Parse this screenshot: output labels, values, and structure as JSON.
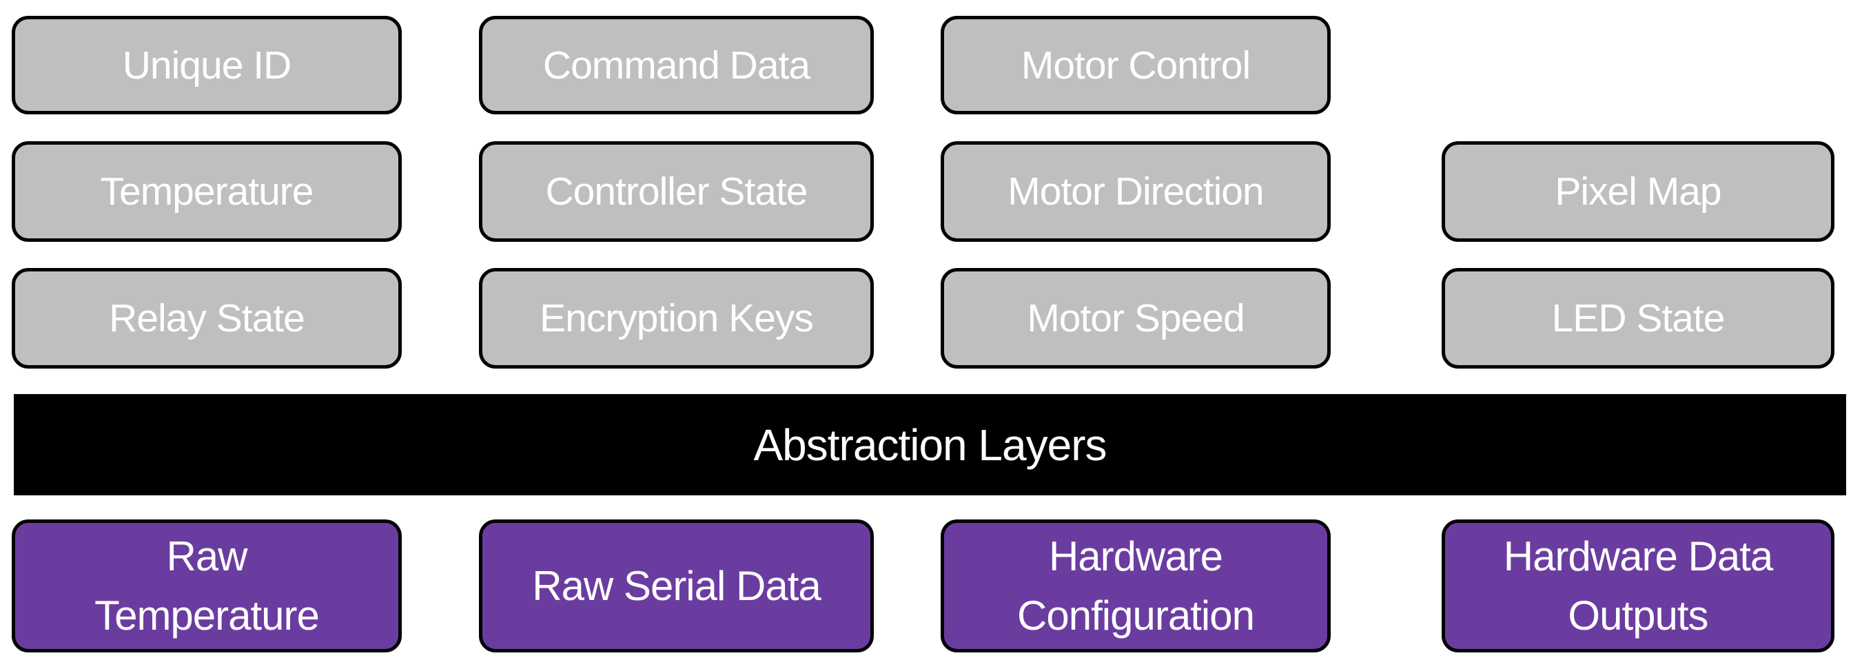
{
  "diagram": {
    "divider": {
      "label": "Abstraction Layers"
    },
    "abstract_boxes": [
      {
        "label": "Unique ID",
        "row": 1,
        "col": 1
      },
      {
        "label": "Command Data",
        "row": 1,
        "col": 2
      },
      {
        "label": "Motor Control",
        "row": 1,
        "col": 3
      },
      {
        "label": "Temperature",
        "row": 2,
        "col": 1
      },
      {
        "label": "Controller State",
        "row": 2,
        "col": 2
      },
      {
        "label": "Motor Direction",
        "row": 2,
        "col": 3
      },
      {
        "label": "Pixel Map",
        "row": 2,
        "col": 4
      },
      {
        "label": "Relay State",
        "row": 3,
        "col": 1
      },
      {
        "label": "Encryption Keys",
        "row": 3,
        "col": 2
      },
      {
        "label": "Motor Speed",
        "row": 3,
        "col": 3
      },
      {
        "label": "LED State",
        "row": 3,
        "col": 4
      }
    ],
    "raw_boxes": [
      {
        "label": "Raw\nTemperature",
        "col": 1
      },
      {
        "label": "Raw Serial Data",
        "col": 2
      },
      {
        "label": "Hardware\nConfiguration",
        "col": 3
      },
      {
        "label": "Hardware Data\nOutputs",
        "col": 4
      }
    ],
    "colors": {
      "abstract_fill": "#BFBFBF",
      "raw_fill": "#6B3CA0",
      "divider_fill": "#000000",
      "border": "#000000",
      "text": "#FFFFFF"
    }
  }
}
